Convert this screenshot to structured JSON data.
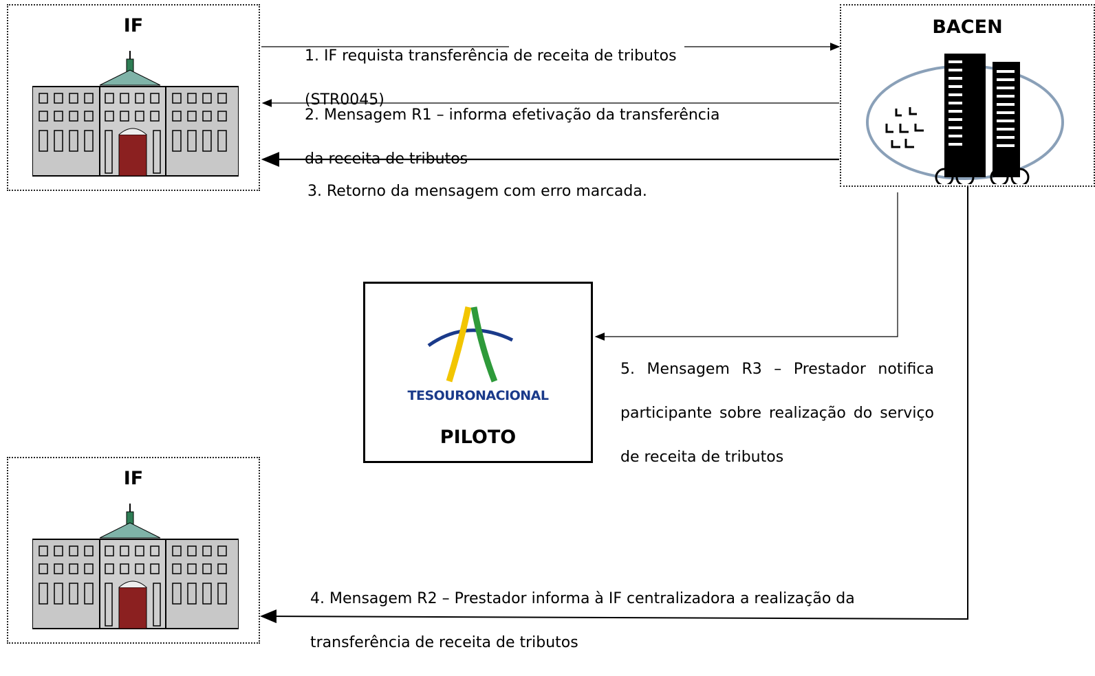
{
  "nodes": {
    "if_top": {
      "title": "IF"
    },
    "bacen": {
      "title": "BACEN"
    },
    "piloto": {
      "title": "PILOTO",
      "logo_text_a": "TESOURO",
      "logo_text_b": "NACIONAL"
    },
    "if_bottom": {
      "title": "IF"
    }
  },
  "messages": {
    "m1_line1": "1.  IF requista transferência de receita de tributos",
    "m1_line2": "(STR0045)",
    "m2_line1": "2. Mensagem R1 – informa efetivação da transferência",
    "m2_line2": "da receita de tributos",
    "m3": "3. Retorno da mensagem com erro marcada.",
    "m4_line1": "4. Mensagem R2 – Prestador informa à IF centralizadora a realização da",
    "m4_line2": "transferência de receita de tributos",
    "m5_line1": "5. Mensagem R3 – Prestador notifica",
    "m5_line2": "participante sobre realização do serviço",
    "m5_line3": "de receita de tributos"
  },
  "colors": {
    "building_wall": "#c8c8c8",
    "building_roof": "#7fb3a8",
    "door": "#8b2020",
    "logo_blue": "#1a3a8a",
    "logo_yellow": "#f2c500",
    "logo_green": "#2e9a3a",
    "logo_text": "#1a3a8a",
    "bacen_ellipse": "#8aa0b8"
  }
}
